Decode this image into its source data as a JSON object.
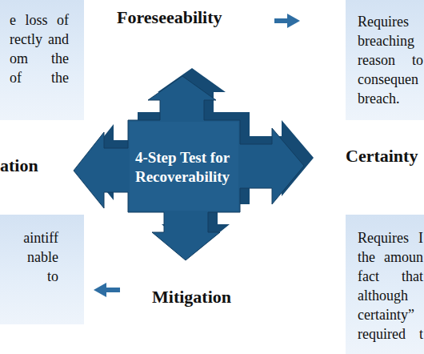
{
  "diagram": {
    "nodes": [
      {
        "text": [
          "e loss of rectly and om the of the"
        ]
      },
      {
        "text": [
          "Requires breaching reason to consequen breach."
        ]
      },
      {
        "text": [
          "4-Step Test for Recoverability"
        ]
      },
      {
        "text": [
          "aintiff nable to"
        ]
      },
      {
        "text": [
          "Requires I the amoun fact that although certainty” required t"
        ]
      }
    ],
    "labels": [
      "Foreseeability",
      "Certainty",
      "ation",
      "Mitigation"
    ]
  }
}
